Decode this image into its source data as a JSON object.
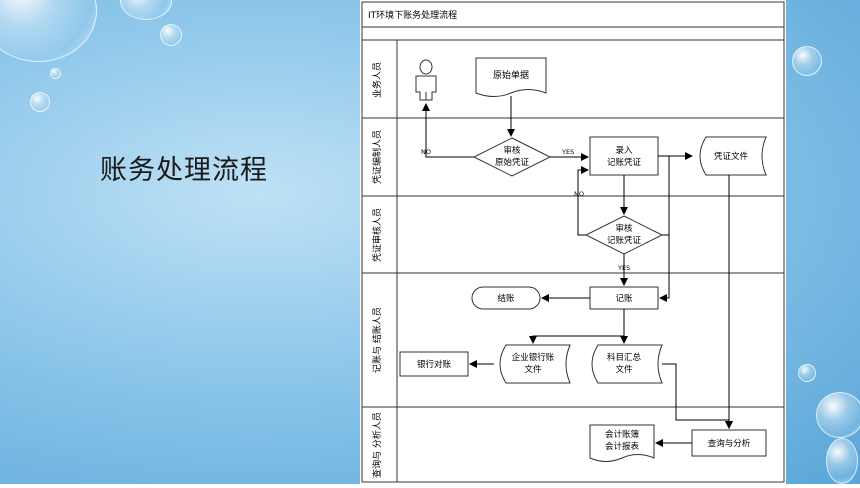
{
  "slide": {
    "title": "账务处理流程"
  },
  "diagram": {
    "title": "IT环境下账务处理流程",
    "lanes": [
      {
        "label": "业务人员"
      },
      {
        "label": "凭证编制人员"
      },
      {
        "label": "凭证审核人员"
      },
      {
        "label": "记账与 结账人员"
      },
      {
        "label": "查询与 分析人员"
      }
    ],
    "nodes": {
      "actor": "",
      "source_doc": "原始单据",
      "review_source_l1": "审核",
      "review_source_l2": "原始凭证",
      "entry_l1": "录入",
      "entry_l2": "记账凭证",
      "voucher_file": "凭证文件",
      "review_voucher_l1": "审核",
      "review_voucher_l2": "记账凭证",
      "closing": "结账",
      "posting": "记账",
      "bank_file_l1": "企业银行账",
      "bank_file_l2": "文件",
      "summary_file_l1": "科目汇总",
      "summary_file_l2": "文件",
      "bank_reconcile": "银行对账",
      "reports_l1": "会计账簿",
      "reports_l2": "会计报表",
      "query": "查询与分析"
    },
    "edge_labels": {
      "no_1": "NO",
      "yes_1": "YES",
      "no_2": "NO",
      "yes_2": "YES"
    }
  }
}
